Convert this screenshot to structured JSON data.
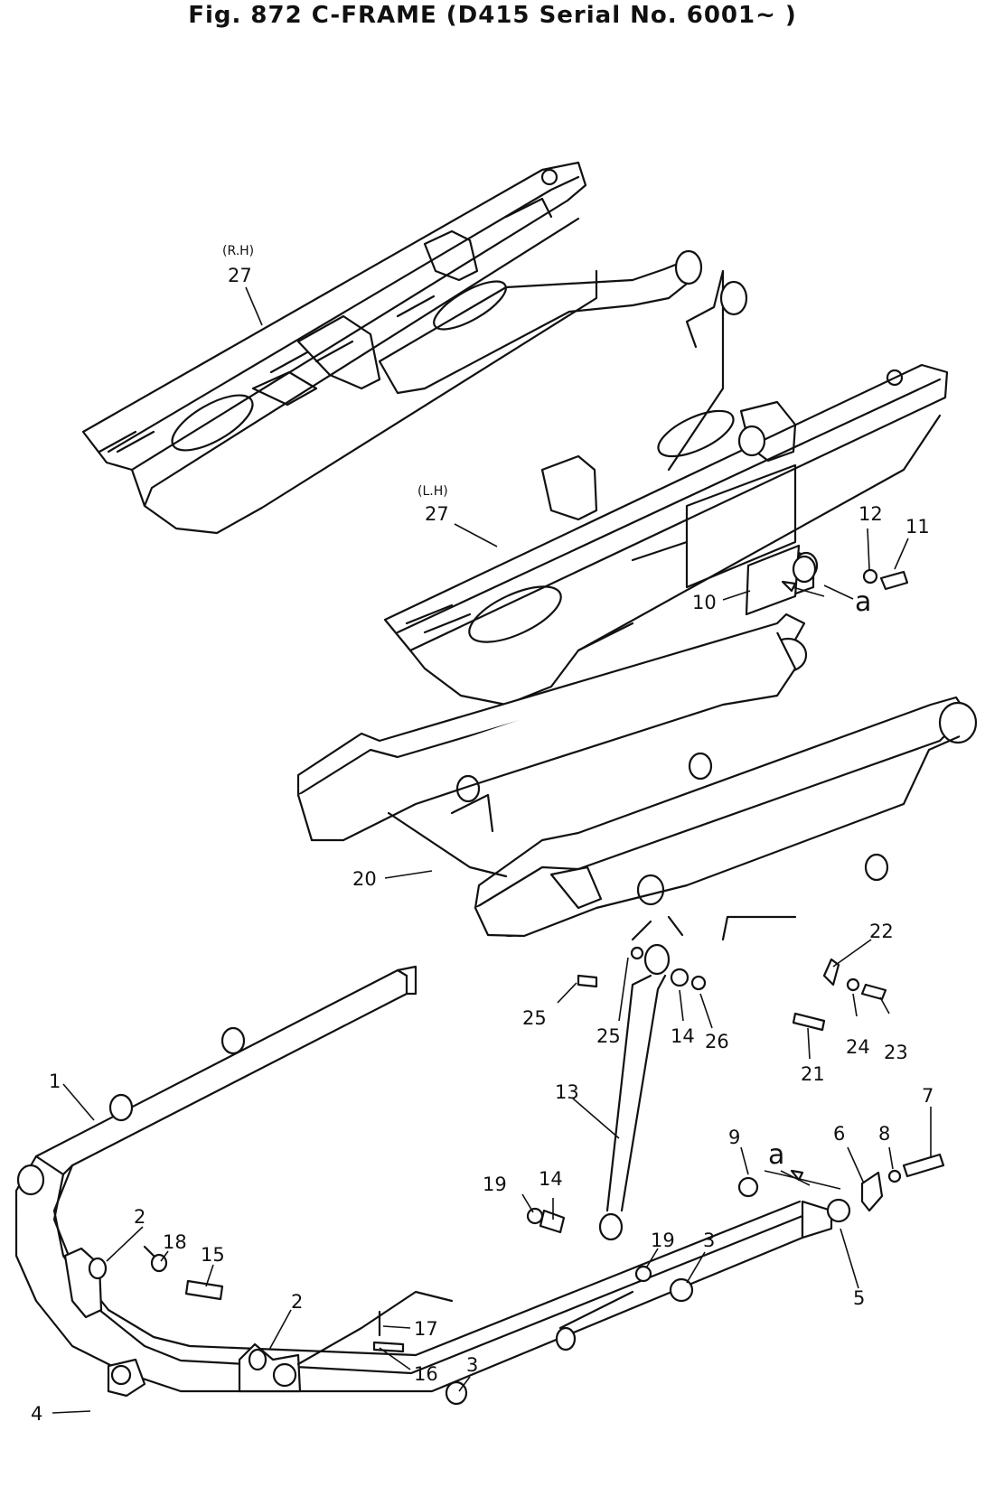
{
  "title": "Fig. 872  C-FRAME  (D415 Serial No. 6001~ )",
  "side_labels": {
    "rh": "(R.H)",
    "lh": "(L.H)"
  },
  "reference_letter": "a",
  "part_numbers": [
    "1",
    "2",
    "3",
    "4",
    "5",
    "6",
    "7",
    "8",
    "9",
    "10",
    "11",
    "12",
    "13",
    "14",
    "15",
    "16",
    "17",
    "18",
    "19",
    "20",
    "21",
    "22",
    "23",
    "24",
    "25",
    "26",
    "27"
  ]
}
